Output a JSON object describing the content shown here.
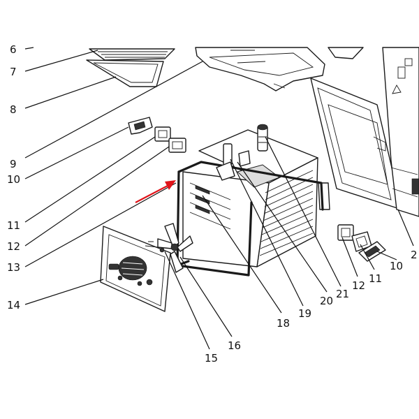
{
  "labels": {
    "l6": "6",
    "l7": "7",
    "l8": "8",
    "l9": "9",
    "l10a": "10",
    "l11a": "11",
    "l12a": "12",
    "l13": "13",
    "l14": "14",
    "l15": "15",
    "l16": "16",
    "l18": "18",
    "l19": "19",
    "l20": "20",
    "l21": "21",
    "l12b": "12",
    "l11b": "11",
    "l10b": "10",
    "l2": "2"
  },
  "colors": {
    "arrow": "#e0141a",
    "line": "#111111",
    "background": "#ffffff"
  },
  "icons": {
    "arrow": "red-arrow-icon"
  }
}
